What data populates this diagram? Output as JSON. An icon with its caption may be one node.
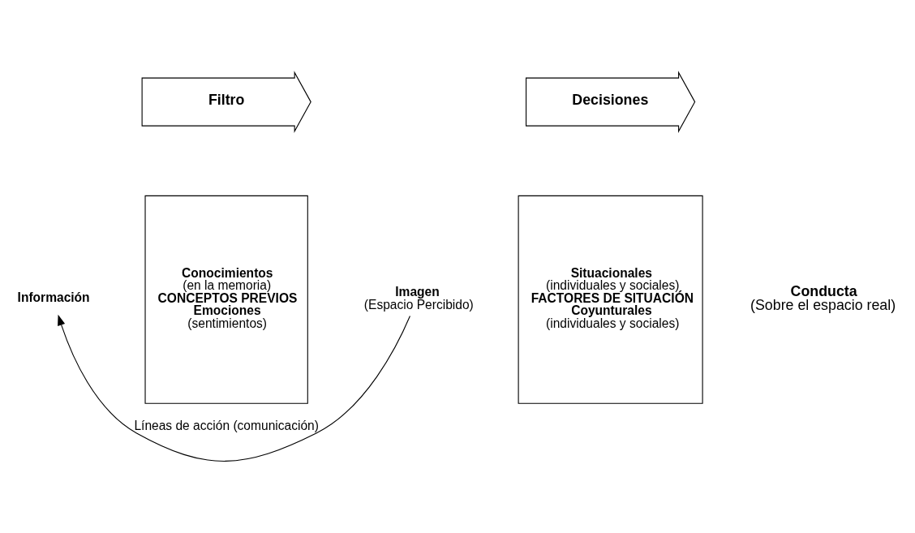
{
  "diagram": {
    "nodes": [
      {
        "text": [
          "Filtro"
        ]
      },
      {
        "text": [
          "Decisiones"
        ]
      },
      {
        "text": [
          "Conocimientos",
          "(en la memoria)",
          "CONCEPTOS PREVIOS",
          "Emociones",
          "(sentimientos)"
        ]
      },
      {
        "text": [
          "Situacionales",
          "(individuales y sociales)",
          "FACTORES DE SITUACIÓN",
          "Coyunturales",
          "(individuales y sociales)"
        ]
      },
      {
        "text": [
          "Información"
        ]
      },
      {
        "text": [
          "Imagen",
          "(Espacio Percibido)"
        ]
      },
      {
        "text": [
          "Conducta",
          "(Sobre el espacio real)"
        ]
      }
    ],
    "edges": [
      {
        "from": 5,
        "to": 4,
        "arrow": "to",
        "label": "Líneas de acción (comunicación)"
      }
    ]
  }
}
